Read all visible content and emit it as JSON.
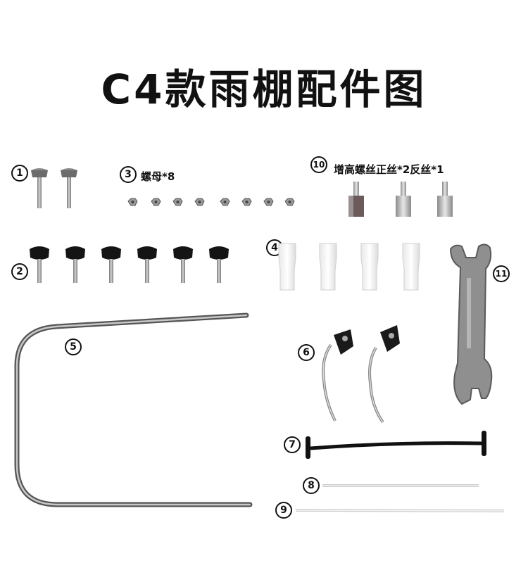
{
  "title": "C4款雨棚配件图",
  "parts": [
    {
      "num": "1"
    },
    {
      "num": "2"
    },
    {
      "num": "3",
      "label": "螺母*8"
    },
    {
      "num": "4"
    },
    {
      "num": "5"
    },
    {
      "num": "6"
    },
    {
      "num": "7"
    },
    {
      "num": "8"
    },
    {
      "num": "9"
    },
    {
      "num": "10",
      "label": "增高螺丝正丝*2反丝*1"
    },
    {
      "num": "11"
    }
  ]
}
